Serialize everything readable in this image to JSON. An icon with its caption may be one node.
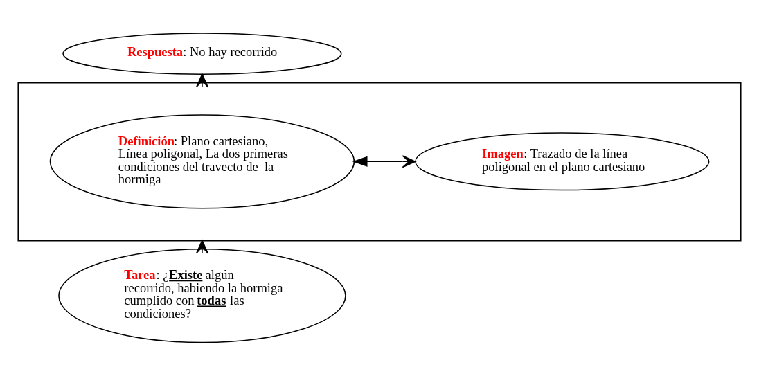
{
  "diagram": {
    "nodes": [
      {
        "text": [],
        "shape": "box"
      },
      {
        "text": [
          "**Respuesta**: No hay recorrido"
        ]
      },
      {
        "text": [
          "**Definición**: Plano cartesiano, Línea poligonal, La dos primeras condiciones del travecto de  la hormiga"
        ],
        "in": 0
      },
      {
        "text": [
          "**Imagen**: Trazado de la línea poligonal en el plano cartesiano"
        ],
        "in": 0
      },
      {
        "text": [
          "**Tarea**: ¿**Existe** algún recorrido, habiendo la hormiga cumplido con **todas** las condiciones?"
        ]
      }
    ],
    "edges": [
      {
        "from": 0,
        "to": 1,
        "arrow": "to"
      },
      {
        "from": 2,
        "to": 3,
        "arrow": "both"
      },
      {
        "from": 4,
        "to": 0,
        "arrow": "to"
      }
    ]
  }
}
